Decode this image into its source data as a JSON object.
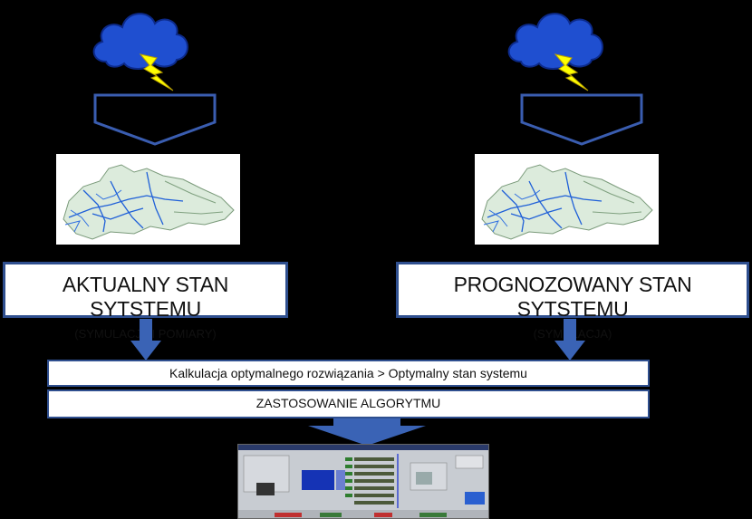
{
  "left": {
    "title": "AKTUALNY STAN SYTSTEMU",
    "subtitle": "(SYMULACJA I POMIARY)"
  },
  "right": {
    "title": "PROGNOZOWANY STAN SYTSTEMU",
    "subtitle": "(SYMULACJA)"
  },
  "calc_bar": "Kalkulacja optymalnego rozwiązania > Optymalny stan systemu",
  "algo_bar": "ZASTOSOWANIE ALGORYTMU",
  "icons": [
    "cloud-icon",
    "lightning-icon",
    "funnel-icon",
    "map-image",
    "arrow-down-icon",
    "scada-screen-image"
  ],
  "colors": {
    "cloud": "#1f4fd0",
    "cloud_border": "#0c2a8a",
    "lightning": "#ffff00",
    "arrow": "#3a63b5",
    "outline": "#2f4f8f"
  }
}
